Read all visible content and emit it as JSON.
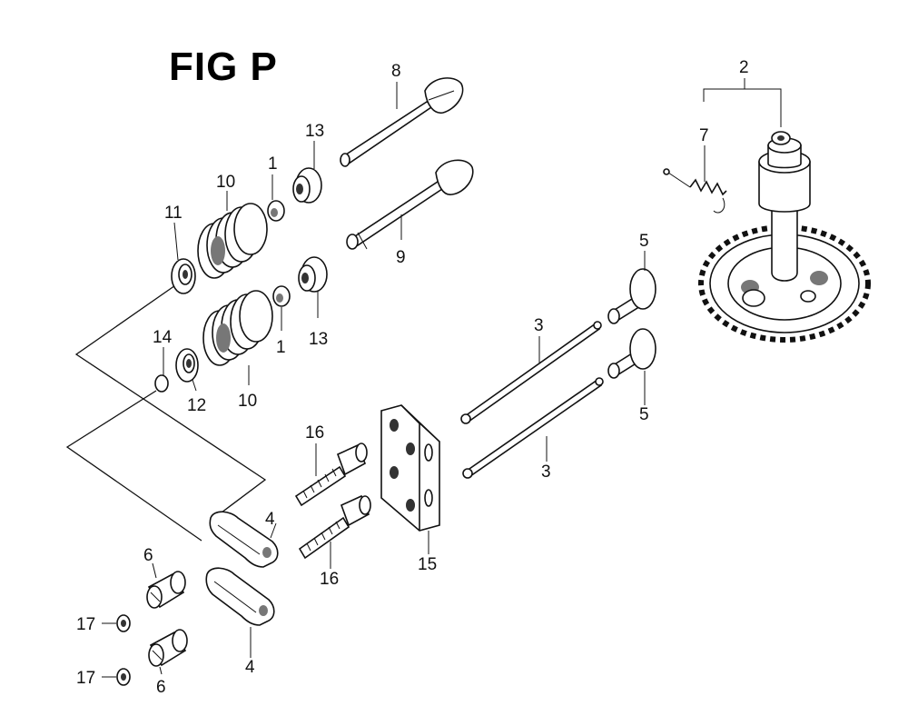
{
  "title": "FIG P",
  "callouts": {
    "c1a": "1",
    "c1b": "1",
    "c2": "2",
    "c3a": "3",
    "c3b": "3",
    "c4a": "4",
    "c4b": "4",
    "c5a": "5",
    "c5b": "5",
    "c6a": "6",
    "c6b": "6",
    "c7": "7",
    "c8": "8",
    "c9": "9",
    "c10a": "10",
    "c10b": "10",
    "c11": "11",
    "c12": "12",
    "c13a": "13",
    "c13b": "13",
    "c14": "14",
    "c15": "15",
    "c16a": "16",
    "c16b": "16",
    "c17a": "17",
    "c17b": "17"
  }
}
